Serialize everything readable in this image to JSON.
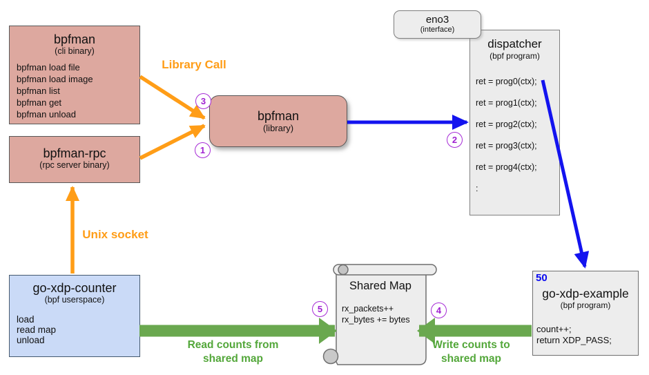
{
  "colors": {
    "box_pink": "#dda89f",
    "box_gray": "#ededed",
    "box_blue": "#cadaf7",
    "arrow_orange": "#ff9d17",
    "arrow_blue": "#1313ef",
    "arrow_green": "#6aa84f",
    "label_green": "#53a73a",
    "step_purple": "#a62bd6",
    "badge_blue": "#0a0af0"
  },
  "boxes": {
    "bpfman_cli": {
      "title": "bpfman",
      "subtitle": "(cli binary)",
      "lines": [
        "bpfman load file",
        "bpfman load image",
        "bpfman list",
        "bpfman get",
        "bpfman unload"
      ]
    },
    "bpfman_rpc": {
      "title": "bpfman-rpc",
      "subtitle": "(rpc server binary)"
    },
    "bpfman_lib": {
      "title": "bpfman",
      "subtitle": "(library)"
    },
    "eno3": {
      "title": "eno3",
      "subtitle": "(interface)"
    },
    "dispatcher": {
      "title": "dispatcher",
      "subtitle": "(bpf program)",
      "lines": [
        "ret = prog0(ctx);",
        "ret = prog1(ctx);",
        "ret = prog2(ctx);",
        "ret = prog3(ctx);",
        "ret = prog4(ctx);",
        ":"
      ]
    },
    "go_xdp_counter": {
      "title": "go-xdp-counter",
      "subtitle": "(bpf userspace)",
      "lines": [
        "load",
        "read map",
        "unload"
      ]
    },
    "shared_map": {
      "title": "Shared Map",
      "lines": [
        "rx_packets++",
        "rx_bytes += bytes"
      ]
    },
    "go_xdp_example": {
      "badge": "50",
      "title": "go-xdp-example",
      "subtitle": "(bpf program)",
      "lines": [
        "count++;",
        "return XDP_PASS;"
      ]
    }
  },
  "labels": {
    "library_call": "Library Call",
    "unix_socket": "Unix socket",
    "read_counts": "Read counts from shared map",
    "write_counts": "Write counts to shared map"
  },
  "steps": [
    "1",
    "2",
    "3",
    "4",
    "5"
  ]
}
